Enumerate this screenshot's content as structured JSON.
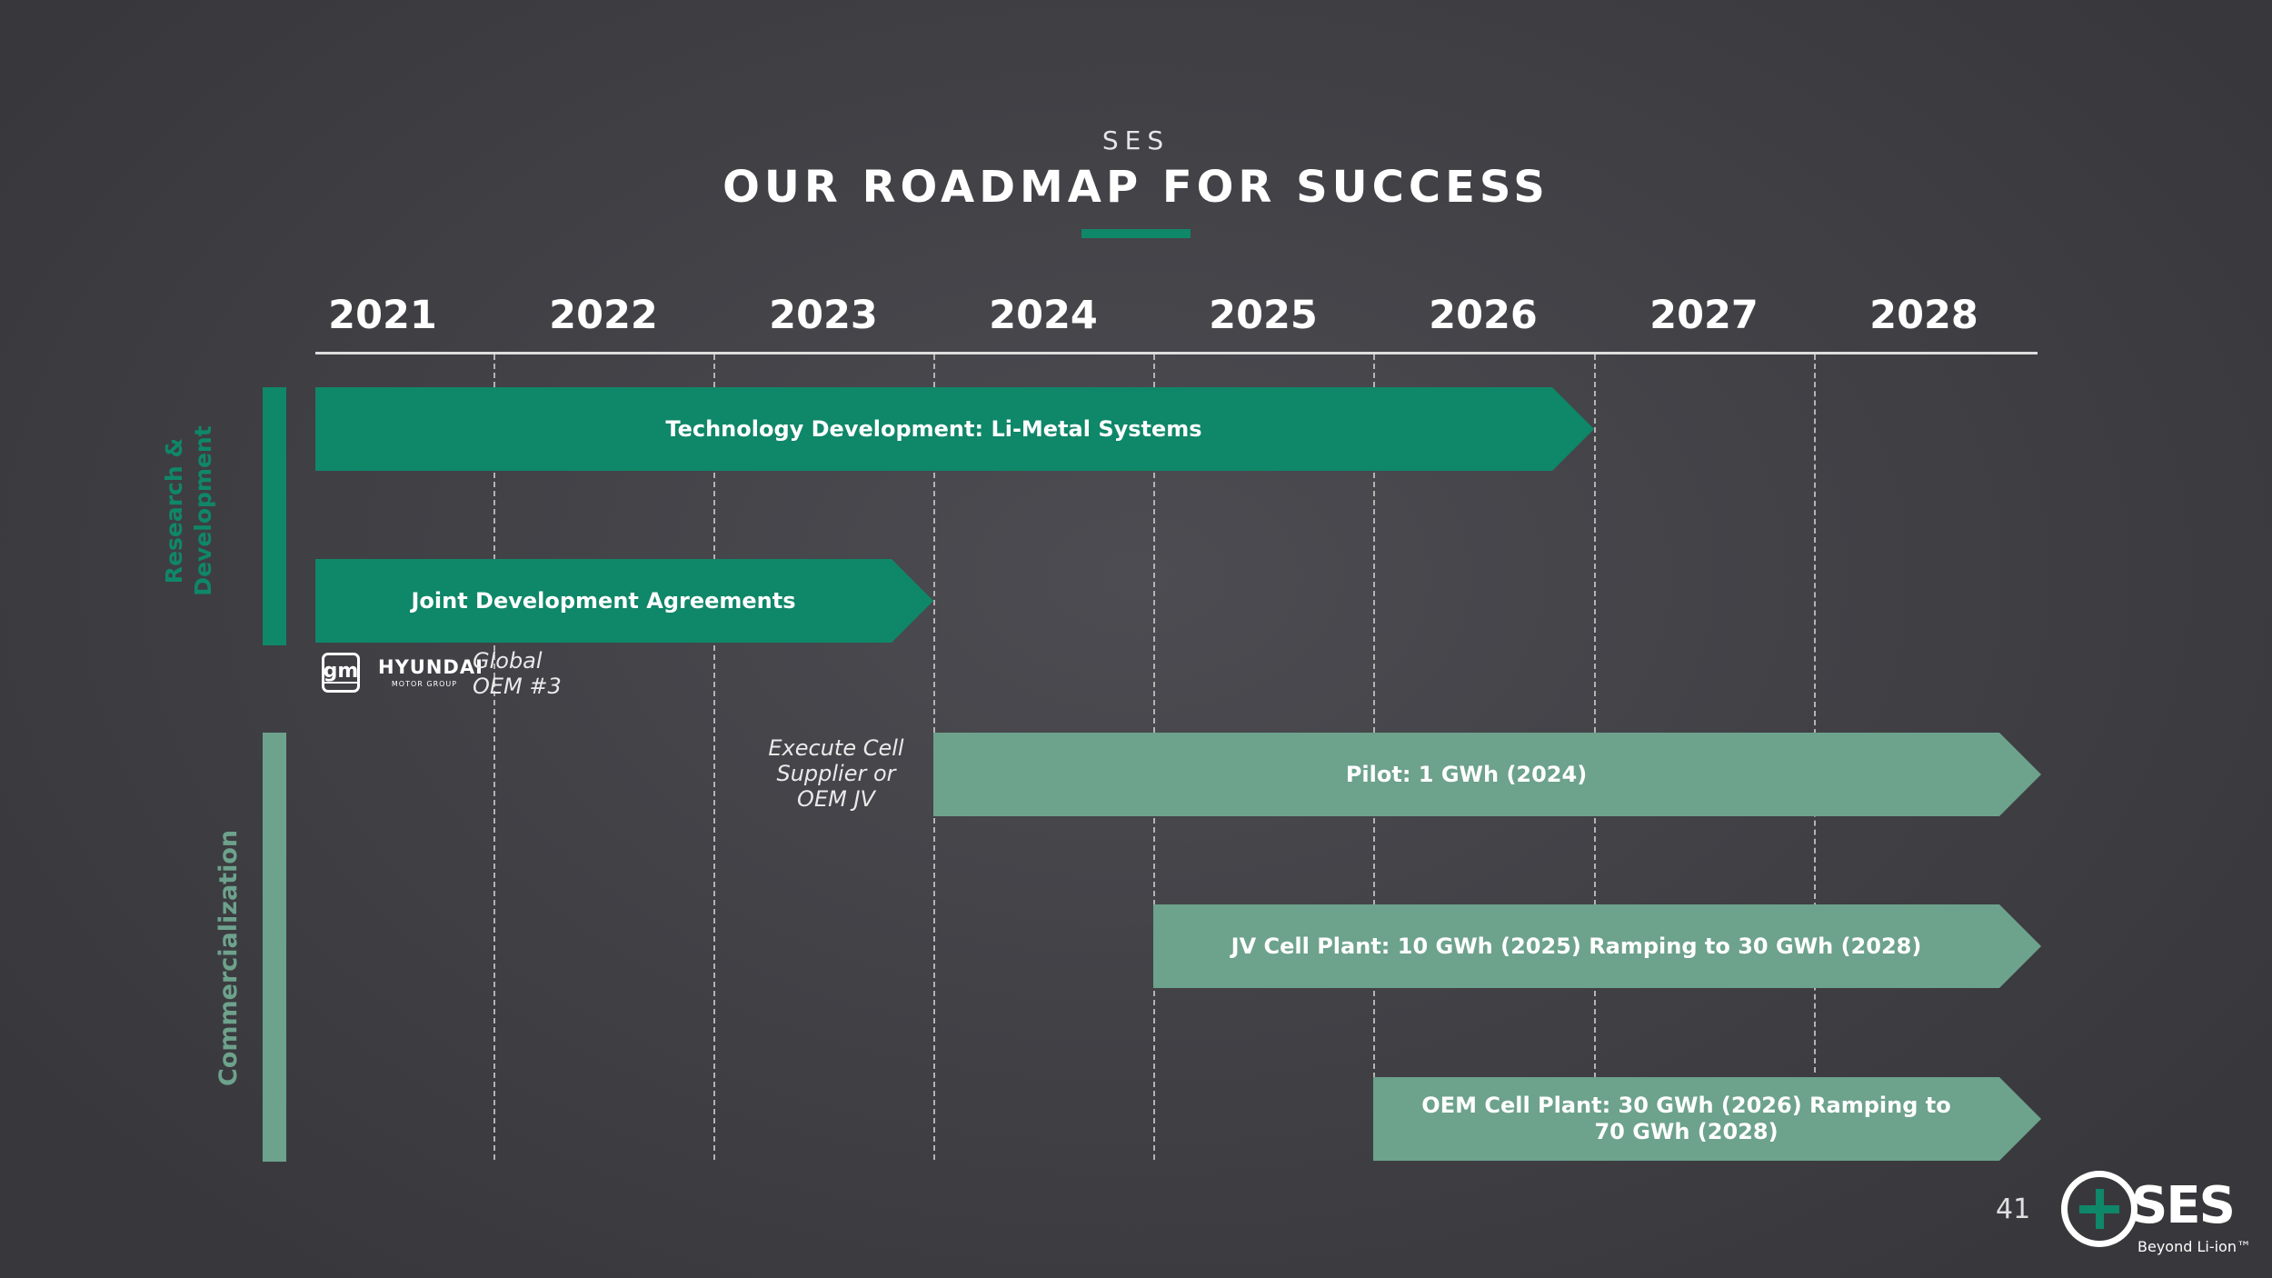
{
  "header": {
    "kicker": "SES",
    "title": "OUR ROADMAP FOR SUCCESS",
    "accent_color": "#0f8769"
  },
  "timeline": {
    "years": [
      "2021",
      "2022",
      "2023",
      "2024",
      "2025",
      "2026",
      "2027",
      "2028"
    ]
  },
  "phases": [
    {
      "label": "Research & Development",
      "color": "#0f8769"
    },
    {
      "label": "Commercialization",
      "color": "#6da28c"
    }
  ],
  "bars": [
    {
      "label": "Technology Development: Li-Metal Systems",
      "phase": "Research & Development",
      "start": "2021",
      "end": "mid-2026",
      "color": "#0f8769"
    },
    {
      "label": "Joint Development Agreements",
      "phase": "Research & Development",
      "start": "2021",
      "end": "mid-2023",
      "color": "#0f8769"
    },
    {
      "label": "Pilot: 1 GWh (2024)",
      "phase": "Commercialization",
      "start": "mid-2023",
      "end": "2028",
      "color": "#6da28c"
    },
    {
      "label": "JV Cell Plant: 10 GWh (2025) Ramping to 30 GWh (2028)",
      "phase": "Commercialization",
      "start": "mid-2024",
      "end": "2028",
      "color": "#6da28c"
    },
    {
      "label_line1": "OEM Cell Plant: 30 GWh (2026) Ramping to",
      "label_line2": "70 GWh (2028)",
      "phase": "Commercialization",
      "start": "mid-2025",
      "end": "2028",
      "color": "#6da28c"
    }
  ],
  "partners": {
    "gm_logo": "gm",
    "hyundai_logo": "HYUNDAI",
    "hyundai_sub": "MOTOR GROUP",
    "note_line1": "Global",
    "note_line2": "OEM #3"
  },
  "execute_note": {
    "line1": "Execute Cell",
    "line2": "Supplier or",
    "line3": "OEM JV"
  },
  "footer": {
    "page_number": "41",
    "logo_text": "SES",
    "tagline": "Beyond Li-ion™"
  }
}
